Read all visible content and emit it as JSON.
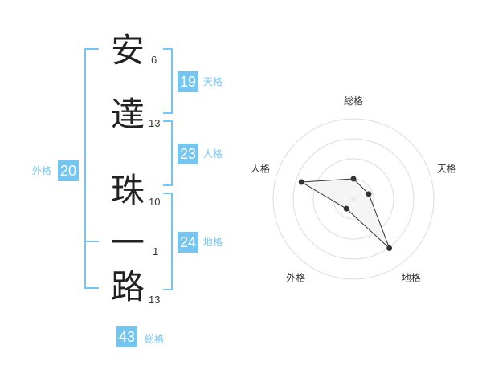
{
  "name": {
    "chars": [
      {
        "char": "安",
        "strokes": "6"
      },
      {
        "char": "達",
        "strokes": "13"
      },
      {
        "char": "珠",
        "strokes": "10"
      },
      {
        "char": "一",
        "strokes": "1"
      },
      {
        "char": "路",
        "strokes": "13"
      }
    ]
  },
  "kakusu": {
    "tenkaku": {
      "value": "19",
      "label": "天格"
    },
    "jinkaku": {
      "value": "23",
      "label": "人格"
    },
    "chikaku": {
      "value": "24",
      "label": "地格"
    },
    "gaikaku": {
      "value": "20",
      "label": "外格"
    },
    "soukaku": {
      "value": "43",
      "label": "総格"
    }
  },
  "radar": {
    "axes": [
      "総格",
      "天格",
      "地格",
      "外格",
      "人格"
    ],
    "levels": 4,
    "values": [
      1.25,
      1.0,
      3.8,
      0.75,
      3.4
    ],
    "max": 5,
    "fill_color": "#f2f2f2",
    "line_color": "#333333",
    "grid_color": "#dddddd"
  },
  "colors": {
    "accent": "#74c6f0"
  }
}
